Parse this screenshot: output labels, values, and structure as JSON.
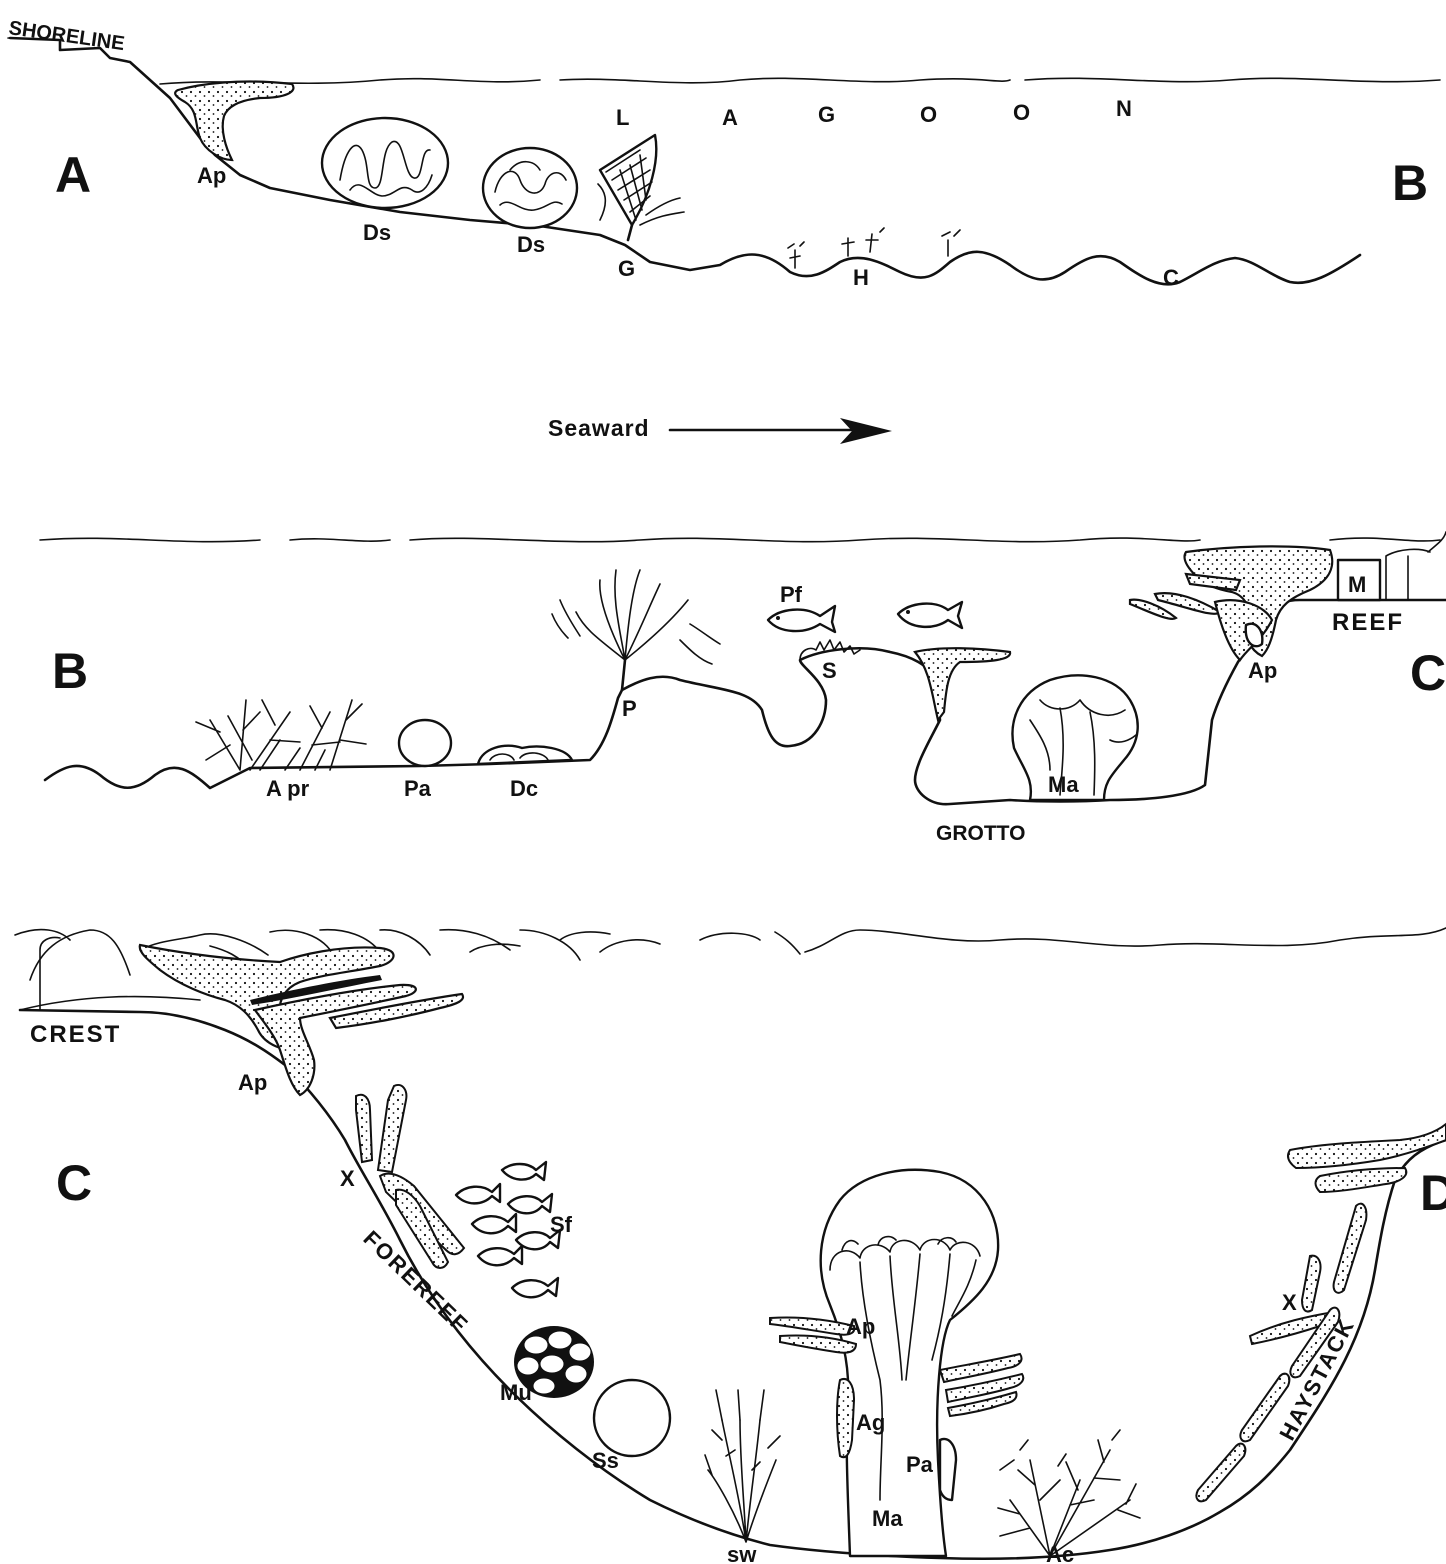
{
  "panel_ab": {
    "start_letter": "A",
    "end_letter": "B",
    "shoreline": "SHORELINE",
    "lagoon_letters": [
      "L",
      "A",
      "G",
      "O",
      "O",
      "N"
    ],
    "labels": {
      "ap": "Ap",
      "ds1": "Ds",
      "ds2": "Ds",
      "g": "G",
      "h": "H",
      "c": "C"
    }
  },
  "seaward": {
    "label": "Seaward"
  },
  "panel_bc": {
    "start_letter": "B",
    "end_letter": "C",
    "labels": {
      "apr": "A pr",
      "pa": "Pa",
      "dc": "Dc",
      "p": "P",
      "pf": "Pf",
      "s": "S",
      "ma": "Ma",
      "grotto": "GROTTO",
      "m": "M",
      "reef": "REEF",
      "ap": "Ap"
    }
  },
  "panel_cd": {
    "start_letter": "C",
    "end_letter": "D",
    "labels": {
      "crest": "CREST",
      "ap1": "Ap",
      "x1": "X",
      "forereef": "FOREREEF",
      "sf": "Sf",
      "mu": "Mu",
      "ss": "Ss",
      "sw": "sw",
      "ap2": "Ap",
      "ag": "Ag",
      "pa": "Pa",
      "ma": "Ma",
      "ac": "Ac",
      "x2": "X",
      "haystack": "HAYSTACK"
    }
  }
}
